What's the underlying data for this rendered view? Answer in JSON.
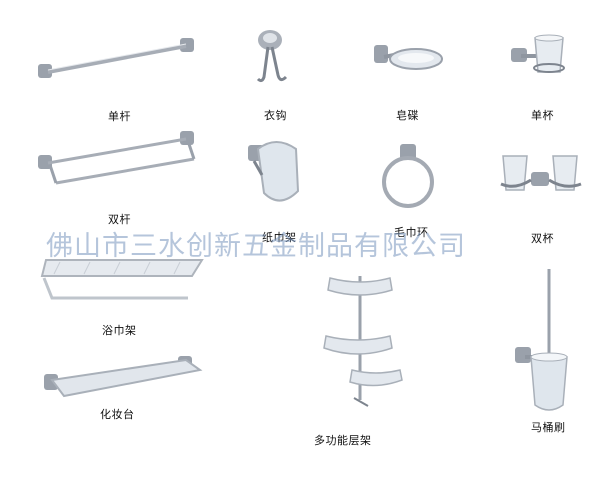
{
  "products": [
    {
      "id": "single-towel-bar",
      "label": "单杆"
    },
    {
      "id": "robe-hook",
      "label": "衣钩"
    },
    {
      "id": "soap-dish",
      "label": "皂碟"
    },
    {
      "id": "single-tumbler-holder",
      "label": "单杯"
    },
    {
      "id": "double-towel-bar",
      "label": "双杆"
    },
    {
      "id": "toilet-paper-holder",
      "label": "纸巾架"
    },
    {
      "id": "towel-ring",
      "label": "毛巾环"
    },
    {
      "id": "double-tumbler-holder",
      "label": "双杯"
    },
    {
      "id": "towel-shelf",
      "label": "浴巾架"
    },
    {
      "id": "vanity-shelf",
      "label": "化妆台"
    },
    {
      "id": "multi-tier-rack",
      "label": "多功能层架"
    },
    {
      "id": "toilet-brush-holder",
      "label": "马桶刷"
    }
  ],
  "watermark": "佛山市三水创新五金制品有限公司",
  "colors": {
    "metal": "#b9bec6",
    "metal_dark": "#7d848e",
    "glass": "#dde6ee"
  }
}
